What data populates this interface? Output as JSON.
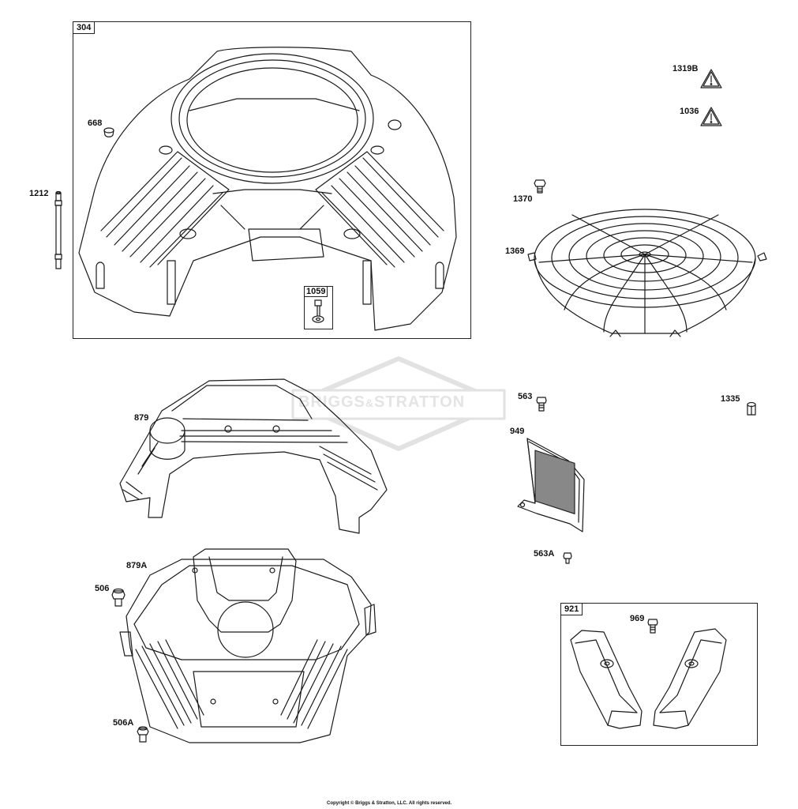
{
  "watermark": {
    "brand_left": "BRIGGS",
    "brand_amp": "&",
    "brand_right": "STRATTON"
  },
  "footer": {
    "copyright": "Copyright © Briggs & Stratton, LLC. All rights reserved."
  },
  "groups": {
    "g304": {
      "label": "304"
    },
    "g1059": {
      "label": "1059"
    },
    "g921": {
      "label": "921"
    }
  },
  "callouts": {
    "p668": "668",
    "p1212": "1212",
    "p1319B": "1319B",
    "p1036": "1036",
    "p1370": "1370",
    "p1369": "1369",
    "p563": "563",
    "p1335": "1335",
    "p879": "879",
    "p949": "949",
    "p563A": "563A",
    "p879A": "879A",
    "p506": "506",
    "p969": "969",
    "p506A": "506A"
  }
}
